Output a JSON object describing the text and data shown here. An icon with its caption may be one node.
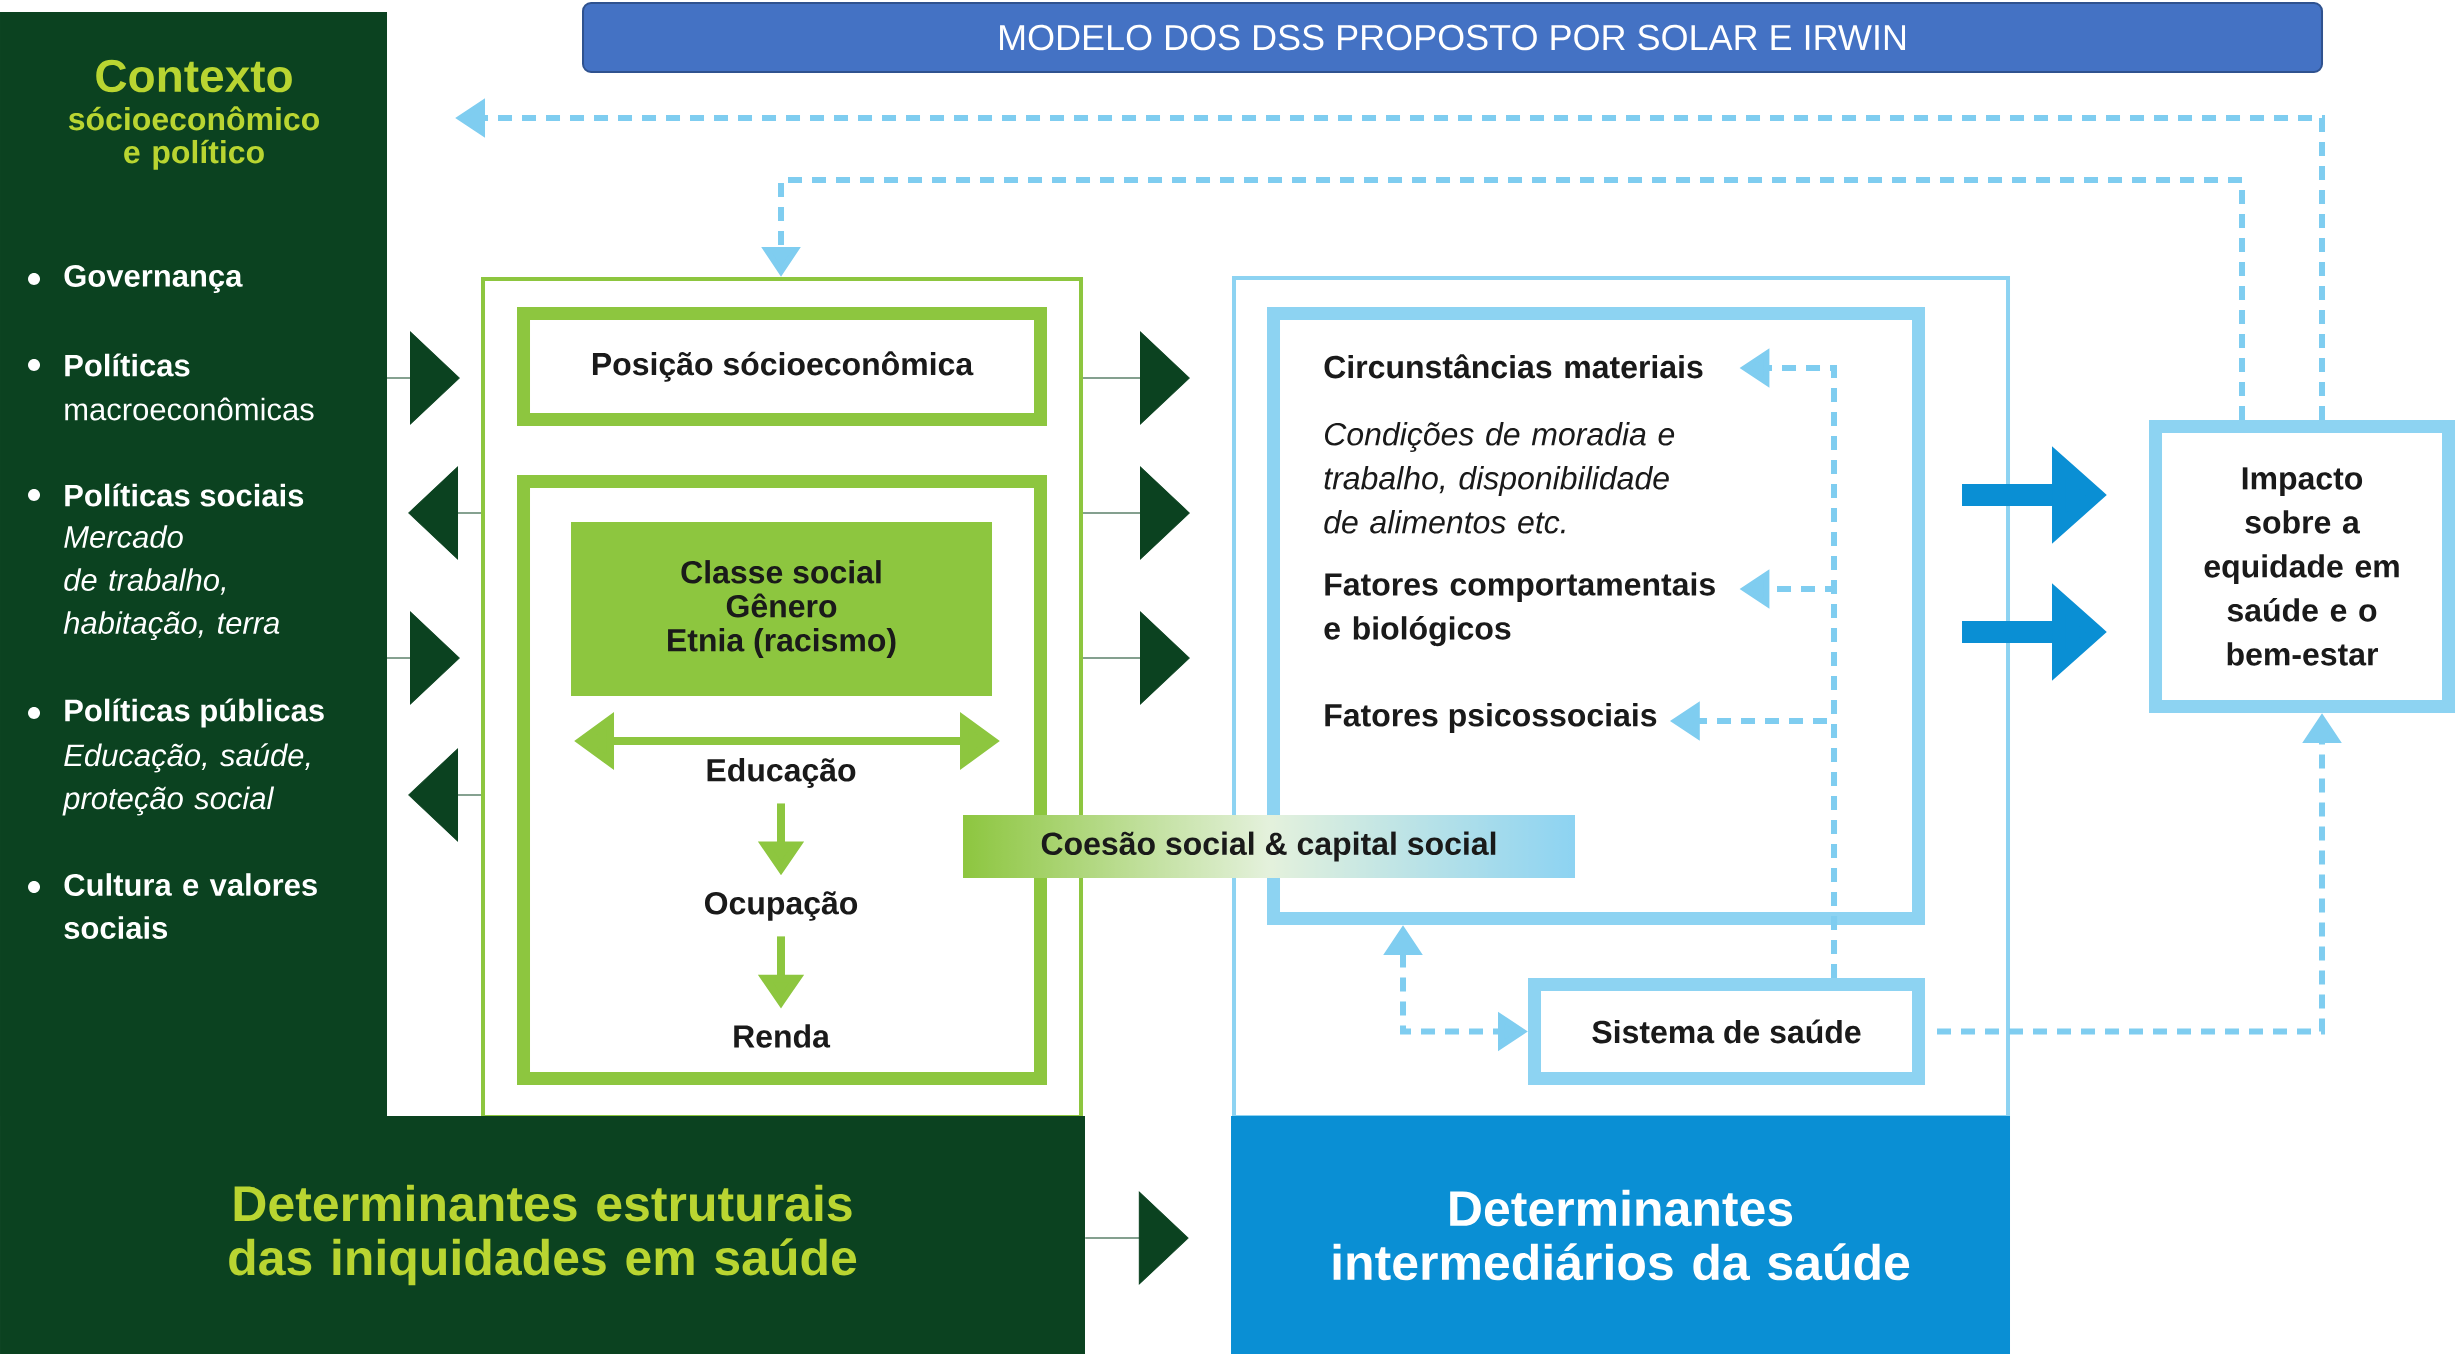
{
  "diagram": {
    "title": "MODELO DOS DSS PROPOSTO POR SOLAR E IRWIN",
    "nodes": [
      {
        "text": [
          "Contexto",
          "sócioeconômico e político",
          "Governança",
          "Políticas",
          "macroeconômicas",
          "Políticas sociais",
          "Mercado de trabalho, habitação, terra",
          "Políticas públicas",
          "Educação, saúde, proteção social",
          "Cultura e valores sociais"
        ]
      },
      {
        "text": [],
        "shape": "box"
      },
      {
        "text": [
          "Posição sócioeconômica"
        ],
        "in": 1
      },
      {
        "text": [],
        "shape": "box",
        "in": 1
      },
      {
        "text": [
          "Classe social",
          "Gênero",
          "Etnia (racismo)"
        ],
        "in": 3
      },
      {
        "text": [
          "Educação"
        ],
        "in": 3
      },
      {
        "text": [
          "Ocupação"
        ],
        "in": 3
      },
      {
        "text": [
          "Renda"
        ],
        "in": 3
      },
      {
        "text": [],
        "shape": "box"
      },
      {
        "text": [],
        "shape": "box",
        "in": 8
      },
      {
        "text": [
          "Circunstâncias materiais",
          "Condições de moradia e trabalho, disponibilidade de alimentos etc."
        ],
        "in": 9
      },
      {
        "text": [
          "Fatores comportamentais e biológicos"
        ],
        "in": 9
      },
      {
        "text": [
          "Fatores psicossociais"
        ],
        "in": 9
      },
      {
        "text": [
          "Coesão social & capital social"
        ]
      },
      {
        "text": [
          "Sistema de saúde"
        ],
        "in": 8
      },
      {
        "text": [
          "Impacto sobre a equidade em saúde e o bem-estar"
        ]
      },
      {
        "text": [
          "Determinantes estruturais das iniquidades em saúde"
        ]
      },
      {
        "text": [
          "Determinantes intermediários da saúde"
        ]
      }
    ],
    "edges": [
      {
        "from": 0,
        "to": 1,
        "arrow": "to",
        "color": "#0b4220"
      },
      {
        "from": 1,
        "to": 0,
        "arrow": "to",
        "color": "#0b4220"
      },
      {
        "from": 0,
        "to": 1,
        "arrow": "to",
        "color": "#0b4220"
      },
      {
        "from": 1,
        "to": 0,
        "arrow": "to",
        "color": "#0b4220"
      },
      {
        "from": 1,
        "to": 8,
        "arrow": "to",
        "color": "#0b4220"
      },
      {
        "from": 1,
        "to": 8,
        "arrow": "to",
        "color": "#0b4220"
      },
      {
        "from": 1,
        "to": 8,
        "arrow": "to",
        "color": "#0b4220"
      },
      {
        "from": 16,
        "to": 17,
        "arrow": "to",
        "color": "#0b4220"
      },
      {
        "from": 5,
        "to": 6,
        "arrow": "to",
        "color": "#8dc63f"
      },
      {
        "from": 6,
        "to": 7,
        "arrow": "to",
        "color": "#8dc63f"
      },
      {
        "from": 8,
        "to": 15,
        "arrow": "to",
        "style": "thick",
        "color": "#0a8fd4"
      },
      {
        "from": 8,
        "to": 15,
        "arrow": "to",
        "style": "thick",
        "color": "#0a8fd4"
      },
      {
        "from": 15,
        "to": 0,
        "arrow": "to",
        "style": "dashed",
        "color": "#7fcdf0"
      },
      {
        "from": 15,
        "to": 1,
        "arrow": "to",
        "style": "dashed",
        "color": "#7fcdf0"
      },
      {
        "from": 14,
        "to": 15,
        "arrow": "to",
        "style": "dashed",
        "color": "#7fcdf0"
      },
      {
        "from": 14,
        "to": 10,
        "arrow": "to",
        "style": "dashed",
        "color": "#7fcdf0"
      },
      {
        "from": 14,
        "to": 11,
        "arrow": "to",
        "style": "dashed",
        "color": "#7fcdf0"
      },
      {
        "from": 14,
        "to": 12,
        "arrow": "to",
        "style": "dashed",
        "color": "#7fcdf0"
      },
      {
        "from": 9,
        "to": 14,
        "arrow": "both",
        "style": "dashed",
        "color": "#7fcdf0"
      }
    ]
  }
}
